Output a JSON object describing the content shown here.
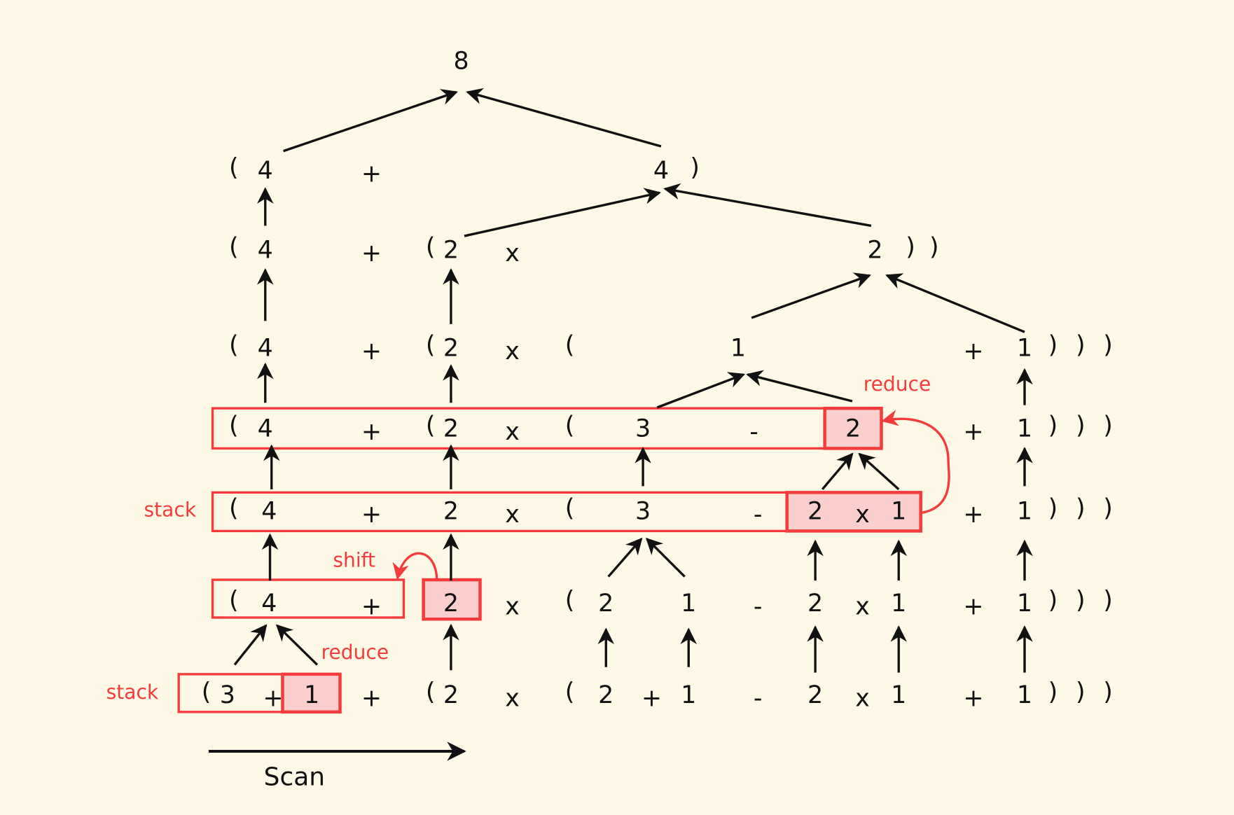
{
  "title": "Shift-reduce evaluation of (3+1)+(2x(2+1-2x1+1))",
  "rows": [
    {
      "tokens": [
        "8"
      ]
    },
    {
      "tokens": [
        "(",
        "4",
        "+",
        "4",
        ")"
      ]
    },
    {
      "tokens": [
        "(",
        "4",
        "+",
        "(",
        "2",
        "x",
        "2",
        ")",
        ")"
      ]
    },
    {
      "tokens": [
        "(",
        "4",
        "+",
        "(",
        "2",
        "x",
        "(",
        "1",
        "+",
        "1",
        ")",
        ")",
        ")"
      ]
    },
    {
      "tokens": [
        "(",
        "4",
        "+",
        "(",
        "2",
        "x",
        "(",
        "3",
        "-",
        "2",
        "+",
        "1",
        ")",
        ")",
        ")"
      ]
    },
    {
      "tokens": [
        "(",
        "4",
        "+",
        "2",
        "x",
        "(",
        "3",
        "-",
        "2",
        "x",
        "1",
        "+",
        "1",
        ")",
        ")",
        ")"
      ]
    },
    {
      "tokens": [
        "(",
        "4",
        "+",
        "2",
        "x",
        "(",
        "2",
        "1",
        "-",
        "2",
        "x",
        "1",
        "+",
        "1",
        ")",
        ")",
        ")"
      ]
    },
    {
      "tokens": [
        "(",
        "3",
        "+",
        "1",
        "+",
        "(",
        "2",
        "x",
        "(",
        "2",
        "+",
        "1",
        "-",
        "2",
        "x",
        "1",
        "+",
        "1",
        ")",
        ")",
        ")"
      ]
    }
  ],
  "labels": {
    "stack_top": "stack",
    "stack_bottom": "stack",
    "reduce_top": "reduce",
    "reduce_bottom": "reduce",
    "shift": "shift",
    "scan": "Scan"
  },
  "colors": {
    "accent": "#f53b3b",
    "highlight": "#fccfcf",
    "background": "#fef9e7"
  }
}
